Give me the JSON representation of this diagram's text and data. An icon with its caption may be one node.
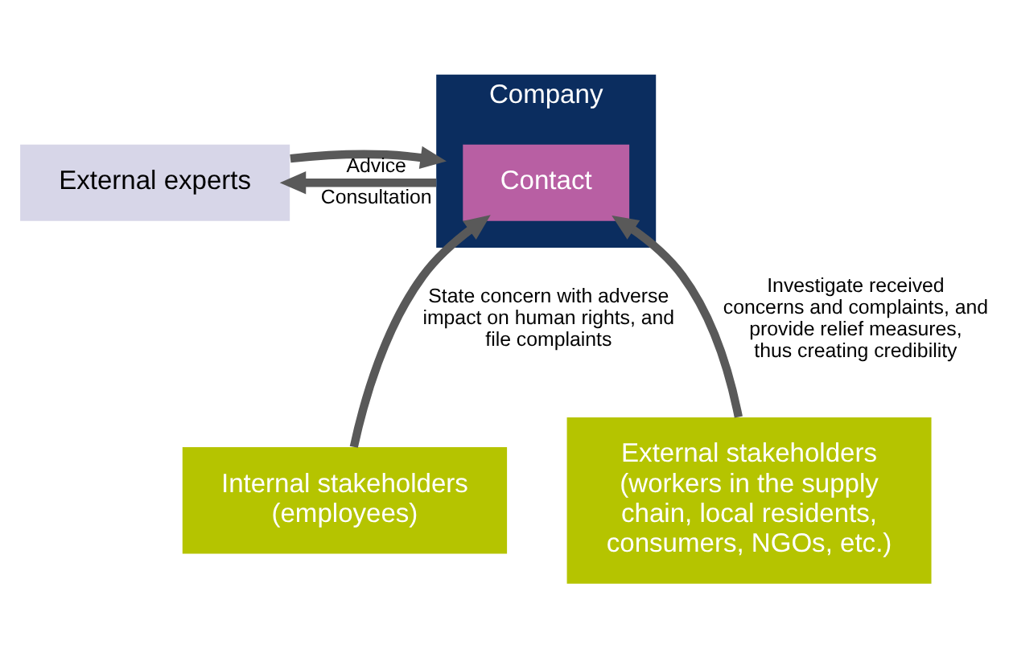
{
  "diagram": {
    "nodes": [
      {
        "text": [
          "External experts"
        ]
      },
      {
        "text": [
          "Company"
        ]
      },
      {
        "text": [
          "Contact"
        ],
        "in": 1
      },
      {
        "text": [
          "Internal stakeholders (employees)"
        ]
      },
      {
        "text": [
          "External stakeholders",
          "(workers in the supply chain, local residents, consumers, NGOs, etc.)"
        ]
      }
    ],
    "edges": [
      {
        "from": 1,
        "to": 0,
        "arrow": "to",
        "label": "Consultation"
      },
      {
        "from": 0,
        "to": 1,
        "arrow": "to",
        "label": "Advice"
      },
      {
        "from": 3,
        "to": 2,
        "arrow": "to",
        "label": "State concern with adverse impact on human rights, and file complaints"
      },
      {
        "from": 4,
        "to": 2,
        "arrow": "to",
        "label": "Investigate received concerns and complaints, and provide relief measures, thus creating credibility"
      }
    ]
  }
}
